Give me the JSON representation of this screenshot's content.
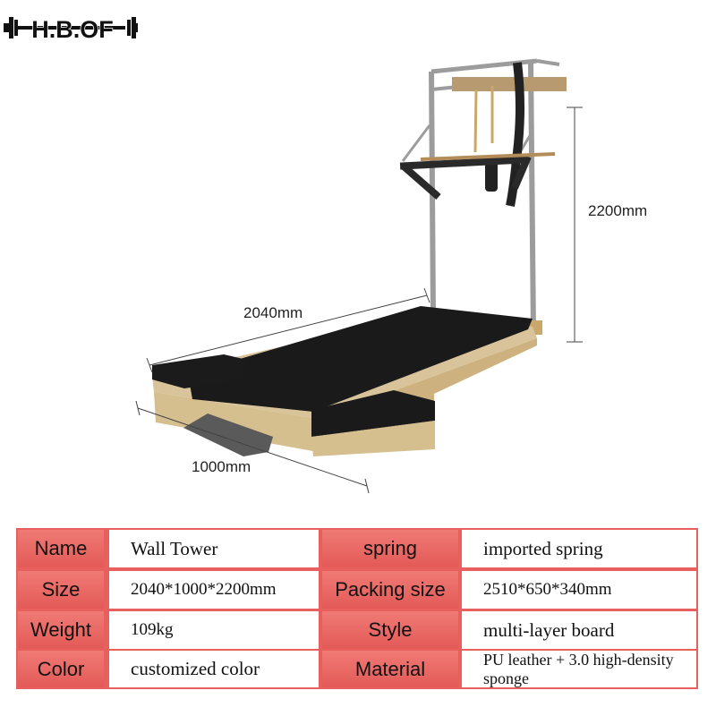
{
  "brand": {
    "logo_text": "H.B.OF"
  },
  "dimensions": {
    "height": "2200mm",
    "length": "2040mm",
    "width": "1000mm"
  },
  "specs": [
    {
      "left_key": "Name",
      "left_value": "Wall Tower",
      "right_key": "spring",
      "right_value": "imported spring"
    },
    {
      "left_key": "Size",
      "left_value": "2040*1000*2200mm",
      "right_key": "Packing size",
      "right_value": "2510*650*340mm"
    },
    {
      "left_key": "Weight",
      "left_value": "109kg",
      "right_key": "Style",
      "right_value": "multi-layer board"
    },
    {
      "left_key": "Color",
      "left_value": "customized color",
      "right_key": "Material",
      "right_value": "PU leather + 3.0 high-density sponge"
    }
  ],
  "colors": {
    "table_key": "#e8605d",
    "upholstery": "#1a1a1a",
    "wood": "#d8c39a",
    "metal": "#a8a8a8"
  }
}
